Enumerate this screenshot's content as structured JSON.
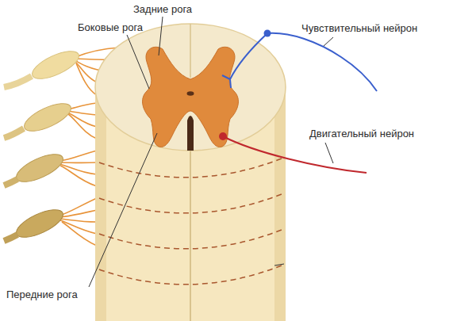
{
  "diagram": {
    "labels": [
      "Задние рога",
      "Боковые рога",
      "Чувствительный нейрон",
      "Двигательный нейрон",
      "Передние рога"
    ]
  }
}
